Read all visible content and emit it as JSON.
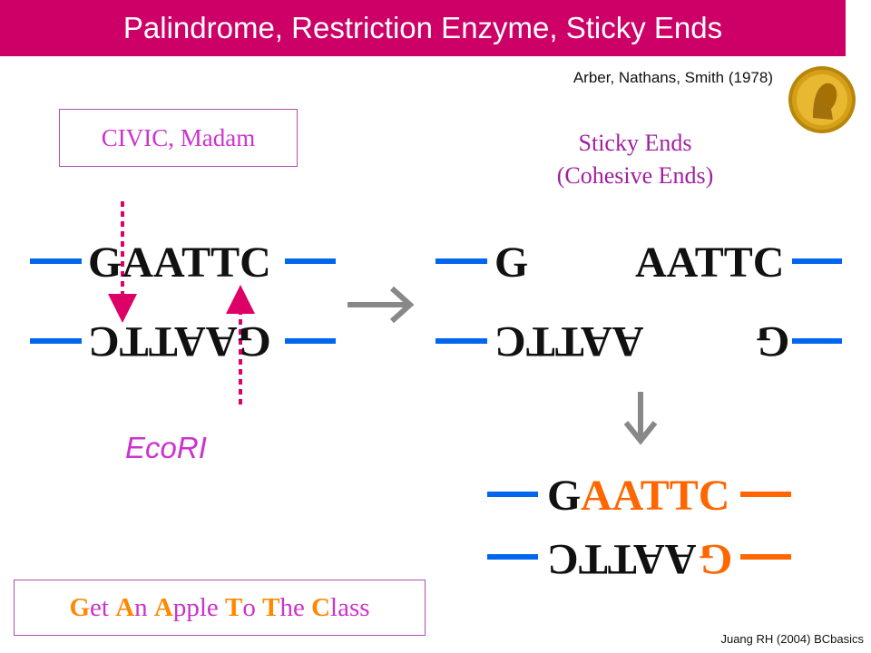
{
  "title": "Palindrome, Restriction Enzyme, Sticky Ends",
  "citation": "Arber, Nathans, Smith (1978)",
  "palindrome_examples": "CIVIC, Madam",
  "sticky_ends": {
    "line1": "Sticky Ends",
    "line2": "(Cohesive Ends)"
  },
  "left": {
    "top_strand": "GAATTC",
    "bottom_strand": "GAATTC"
  },
  "cut": {
    "top_left": "G",
    "top_right": "AATTC",
    "bottom_left": "AATTC",
    "bottom_right": "G"
  },
  "ligated": {
    "top_g": "G",
    "top_rest": "AATTC",
    "bottom_rest": "AATTC",
    "bottom_g": "G"
  },
  "enzyme": "EcoRI",
  "mnemonic": [
    {
      "hl": "G",
      "rest": "et"
    },
    {
      "hl": "A",
      "rest": "n"
    },
    {
      "hl": "A",
      "rest": "pple"
    },
    {
      "hl": "T",
      "rest": "o"
    },
    {
      "hl": "T",
      "rest": "he"
    },
    {
      "hl": "C",
      "rest": "lass"
    }
  ],
  "credit": "Juang RH (2004) BCbasics",
  "colors": {
    "title_bar": "#cc0066",
    "dna_line": "#0066ee",
    "ligated_line": "#ff6600",
    "cut_marker": "#dd0066",
    "arrow": "#888888",
    "pink_text": "#cc33cc"
  },
  "icons": {
    "medal": "nobel-medal-icon",
    "process_arrow": "arrow-right-icon",
    "ligation_arrow": "arrow-down-icon"
  }
}
